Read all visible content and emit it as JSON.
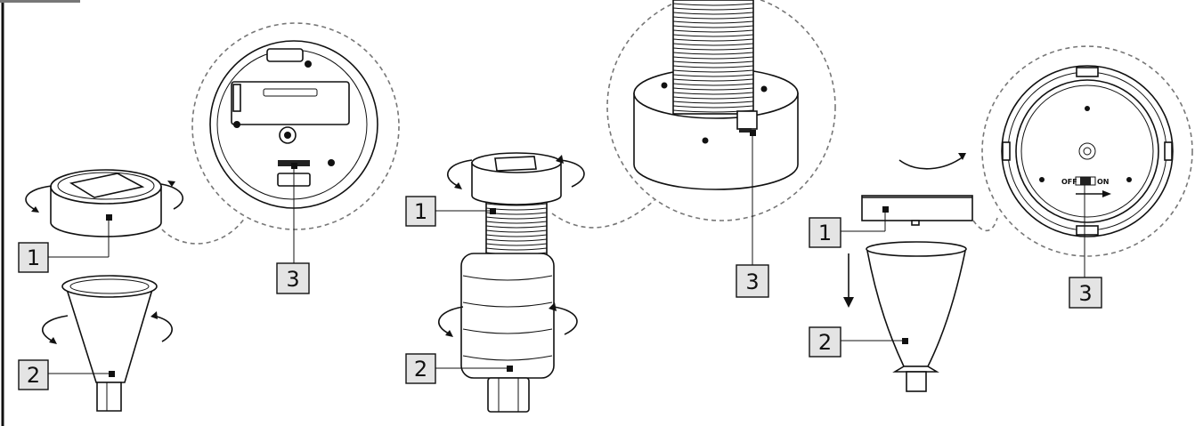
{
  "diagram": {
    "panels": [
      {
        "callouts": [
          "1",
          "2",
          "3"
        ]
      },
      {
        "callouts": [
          "1",
          "2",
          "3"
        ]
      },
      {
        "callouts": [
          "1",
          "2",
          "3"
        ],
        "switch_labels": {
          "off": "OFF",
          "on": "ON"
        }
      }
    ]
  }
}
